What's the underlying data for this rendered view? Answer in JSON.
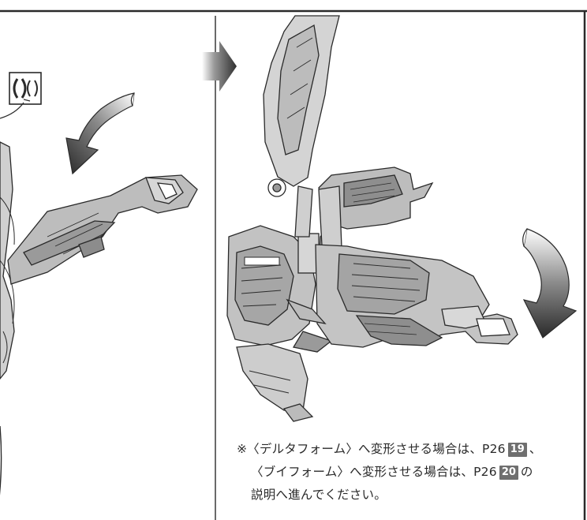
{
  "note": {
    "line1_text": "※〈デルタフォーム〉へ変形させる場合は、P26",
    "line1_step": "19",
    "line1_tail": "、",
    "line2_text": "〈ブイフォーム〉へ変形させる場合は、P26",
    "line2_step": "20",
    "line2_tail": "の",
    "line3_text": "説明へ進んでください。"
  },
  "colors": {
    "line": "#2a2a2a",
    "part_fill": "#bdbdbd",
    "part_shade": "#9a9a9a",
    "badge": "#6f6f6f",
    "arrow_dark": "#2f2f2f"
  },
  "icons": [
    "rotate-parts-icon",
    "curved-rotation-arrow",
    "step-next-arrow"
  ]
}
